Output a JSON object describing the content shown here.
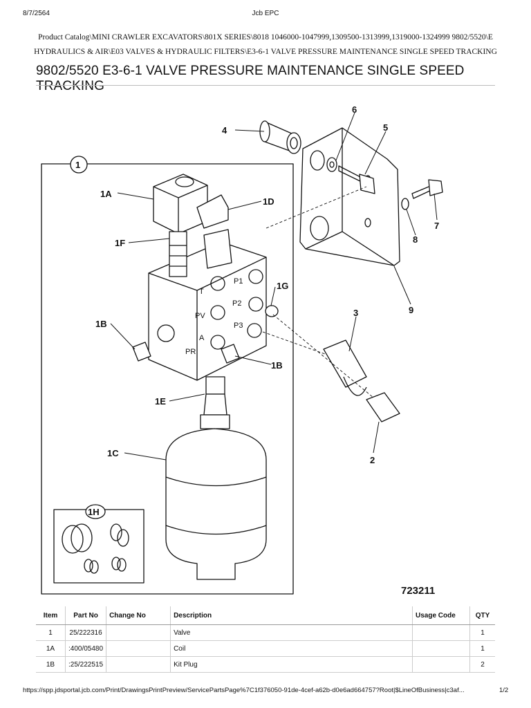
{
  "header": {
    "date": "8/7/2564",
    "app_title": "Jcb EPC"
  },
  "breadcrumb": {
    "line1": "Product Catalog\\MINI CRAWLER EXCAVATORS\\801X SERIES\\8018 1046000-1047999,1309500-1313999,1319000-1324999 9802/5520\\E",
    "line2": "HYDRAULICS & AIR\\E03 VALVES & HYDRAULIC FILTERS\\E3-6-1 VALVE PRESSURE MAINTENANCE SINGLE SPEED TRACKING"
  },
  "page_title": "9802/5520 E3-6-1 VALVE PRESSURE MAINTENANCE SINGLE SPEED TRACKING",
  "diagram": {
    "reference": "723211",
    "callouts": [
      "1",
      "1A",
      "1B",
      "1B",
      "1C",
      "1D",
      "1E",
      "1F",
      "1G",
      "1H",
      "2",
      "3",
      "4",
      "5",
      "6",
      "7",
      "8",
      "9"
    ],
    "port_labels": [
      "T",
      "P1",
      "PV",
      "P2",
      "PR",
      "A",
      "P3"
    ]
  },
  "table": {
    "headers": [
      "Item",
      "Part No",
      "Change No",
      "Description",
      "Usage Code",
      "QTY"
    ],
    "rows": [
      [
        "1",
        "25/222316",
        "",
        "Valve",
        "",
        "1"
      ],
      [
        "1A",
        ":400/05480",
        "",
        "Coil",
        "",
        "1"
      ],
      [
        "1B",
        ":25/222515",
        "",
        "Kit Plug",
        "",
        "2"
      ]
    ]
  },
  "footer": {
    "url": "https://spp.jdsportal.jcb.com/Print/DrawingsPrintPreview/ServicePartsPage%7C1f376050-91de-4cef-a62b-d0e6ad664757?Root|$LineOfBusiness|c3af...",
    "page": "1/2"
  }
}
